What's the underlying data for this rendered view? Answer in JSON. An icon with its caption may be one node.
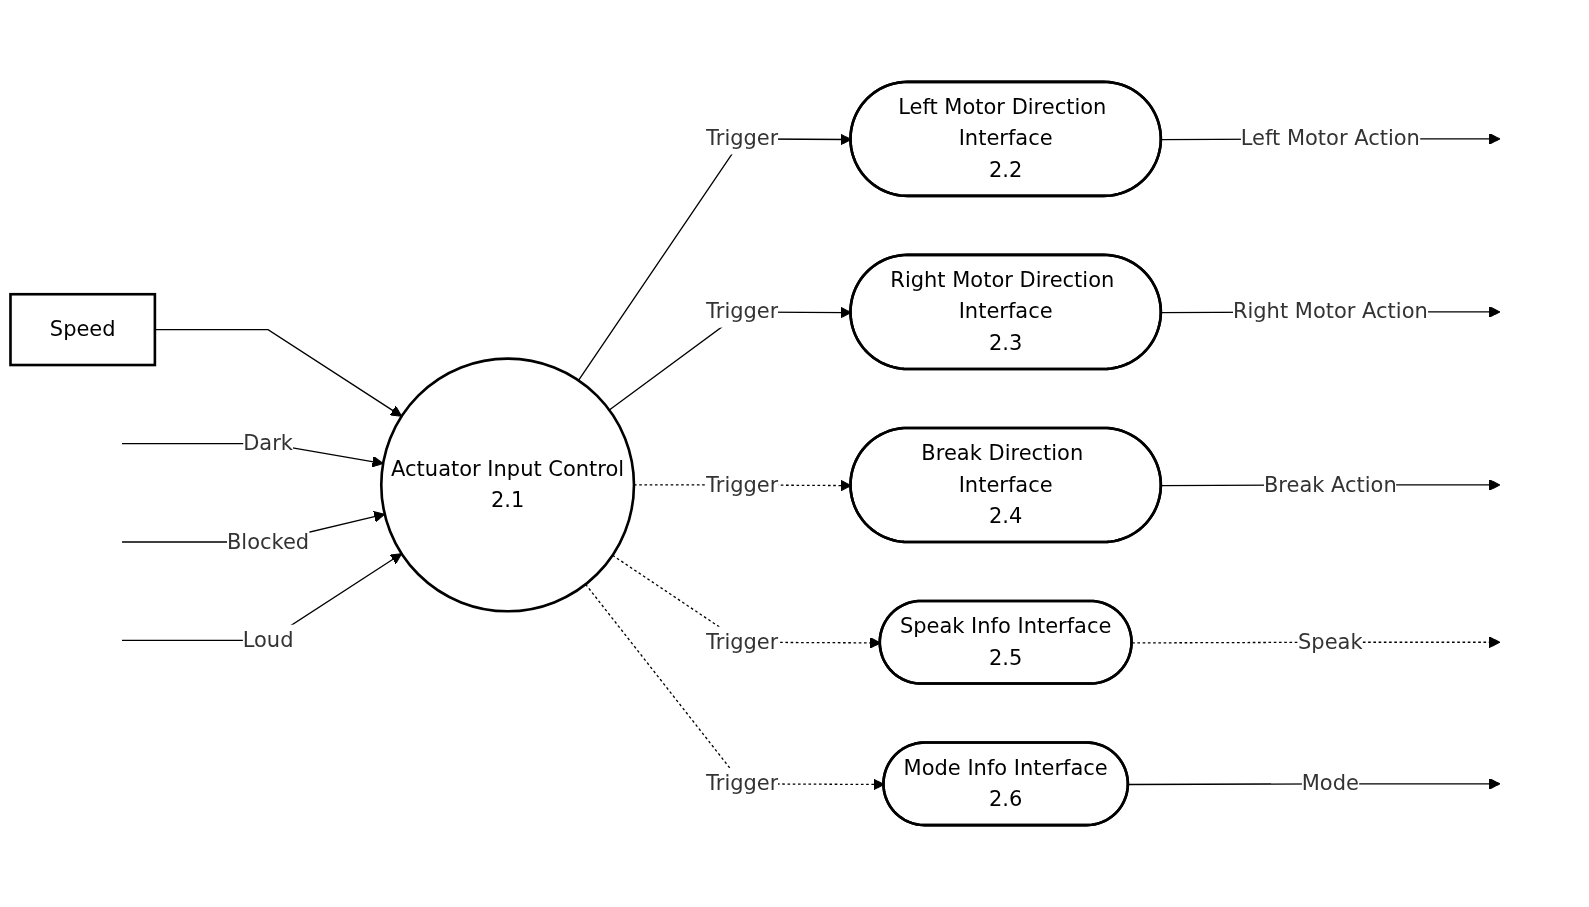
{
  "diagram": {
    "nodes": [
      {
        "text": [
          "Speed"
        ]
      },
      {
        "text": [
          "Actuator Input Control",
          "2.1"
        ]
      },
      {
        "text": [
          "Left Motor Direction Interface",
          "2.2"
        ]
      },
      {
        "text": [
          "Right Motor Direction Interface",
          "2.3"
        ]
      },
      {
        "text": [
          "Break Direction Interface",
          "2.4"
        ]
      },
      {
        "text": [
          "Speak Info Interface",
          "2.5"
        ]
      },
      {
        "text": [
          "Mode Info Interface",
          "2.6"
        ]
      }
    ],
    "edges": [
      {
        "from": 0,
        "to": 1,
        "arrow": "to"
      },
      {
        "from": null,
        "to": 1,
        "arrow": "to",
        "label": "Dark"
      },
      {
        "from": null,
        "to": 1,
        "arrow": "to",
        "label": "Blocked"
      },
      {
        "from": null,
        "to": 1,
        "arrow": "to",
        "label": "Loud"
      },
      {
        "from": 1,
        "to": 2,
        "arrow": "to",
        "label": "Trigger"
      },
      {
        "from": 1,
        "to": 3,
        "arrow": "to",
        "label": "Trigger"
      },
      {
        "from": 1,
        "to": 4,
        "arrow": "to",
        "label": "Trigger",
        "style": "dashed"
      },
      {
        "from": 1,
        "to": 5,
        "arrow": "to",
        "label": "Trigger",
        "style": "dashed"
      },
      {
        "from": 1,
        "to": 6,
        "arrow": "to",
        "label": "Trigger",
        "style": "dashed"
      },
      {
        "from": 2,
        "to": null,
        "arrow": "to",
        "label": "Left Motor Action"
      },
      {
        "from": 3,
        "to": null,
        "arrow": "to",
        "label": "Right Motor Action"
      },
      {
        "from": 4,
        "to": null,
        "arrow": "to",
        "label": "Break Action"
      },
      {
        "from": 5,
        "to": null,
        "arrow": "to",
        "label": "Speak",
        "style": "dashed"
      },
      {
        "from": 6,
        "to": null,
        "arrow": "to",
        "label": "Mode"
      }
    ]
  }
}
